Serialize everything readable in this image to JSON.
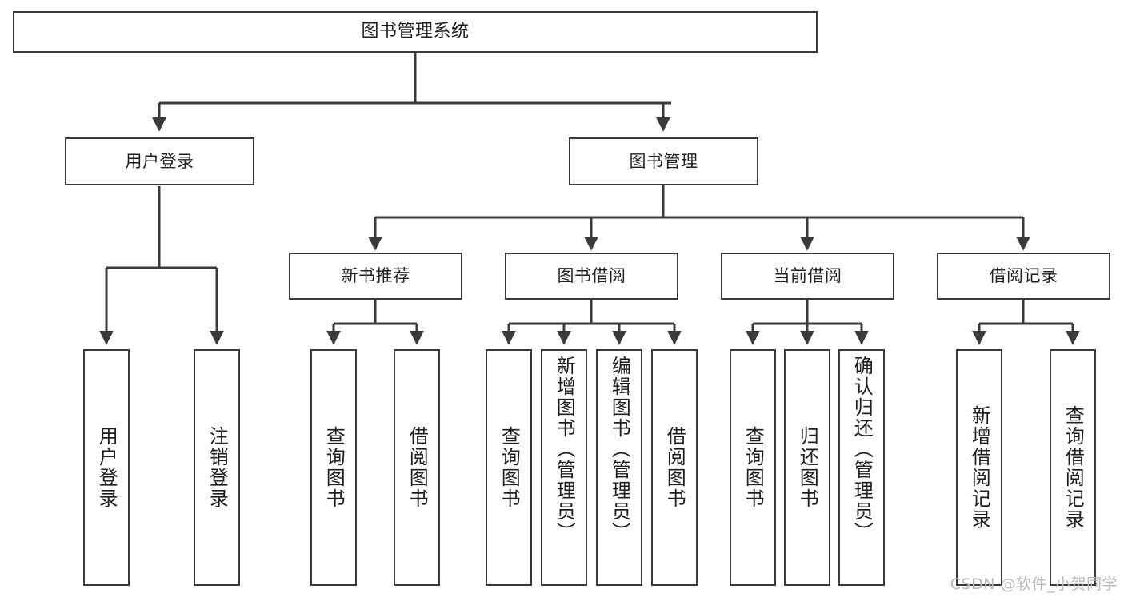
{
  "diagram": {
    "title": "图书管理系统",
    "type": "tree",
    "background": "#ffffff",
    "line_color": "#3a3a3a",
    "text_color": "#1f1f1f",
    "root": {
      "label": "图书管理系统",
      "children": [
        {
          "label": "用户登录",
          "children": [
            {
              "label": "用户登录"
            },
            {
              "label": "注销登录"
            }
          ]
        },
        {
          "label": "图书管理",
          "children": [
            {
              "label": "新书推荐",
              "children": [
                {
                  "label": "查询图书"
                },
                {
                  "label": "借阅图书"
                }
              ]
            },
            {
              "label": "图书借阅",
              "children": [
                {
                  "label": "查询图书"
                },
                {
                  "label": "新增图书（管理员）"
                },
                {
                  "label": "编辑图书（管理员）"
                },
                {
                  "label": "借阅图书"
                }
              ]
            },
            {
              "label": "当前借阅",
              "children": [
                {
                  "label": "查询图书"
                },
                {
                  "label": "归还图书"
                },
                {
                  "label": "确认归还（管理员）"
                }
              ]
            },
            {
              "label": "借阅记录",
              "children": [
                {
                  "label": "新增借阅记录"
                },
                {
                  "label": "查询借阅记录"
                }
              ]
            }
          ]
        }
      ]
    }
  },
  "watermark": {
    "text": "CSDN @软件_小贺同学",
    "color": "#b9b9b9"
  }
}
